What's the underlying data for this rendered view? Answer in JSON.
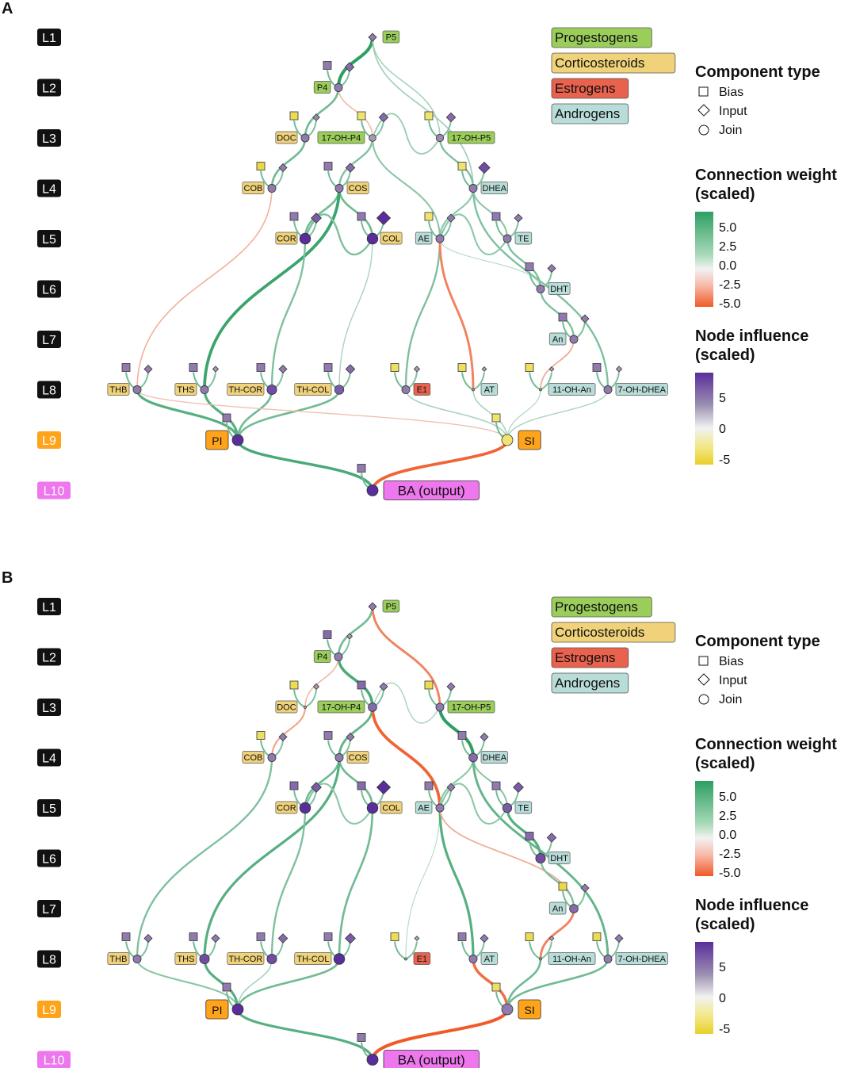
{
  "panels": [
    {
      "letter": "A",
      "layers": [
        {
          "label": "L1",
          "style": "black"
        },
        {
          "label": "L2",
          "style": "black"
        },
        {
          "label": "L3",
          "style": "black"
        },
        {
          "label": "L4",
          "style": "black"
        },
        {
          "label": "L5",
          "style": "black"
        },
        {
          "label": "L6",
          "style": "black"
        },
        {
          "label": "L7",
          "style": "black"
        },
        {
          "label": "L8",
          "style": "black"
        },
        {
          "label": "L9",
          "style": "orange"
        },
        {
          "label": "L10",
          "style": "pink"
        }
      ],
      "nodes": [
        {
          "id": "P5",
          "label": "P5",
          "class": "Progestogens",
          "layer": 1,
          "pos": 470,
          "join": null,
          "input": 3
        },
        {
          "id": "P4",
          "label": "P4",
          "class": "Progestogens",
          "layer": 2,
          "pos": 427,
          "join": 3,
          "input": 4,
          "bias": 3
        },
        {
          "id": "DOC",
          "label": "DOC",
          "class": "Corticosteroids",
          "layer": 3,
          "pos": 385,
          "join": 3,
          "input": 2,
          "bias": -5
        },
        {
          "id": "17OHP4",
          "label": "17-OH-P4",
          "class": "Progestogens",
          "layer": 3,
          "pos": 470,
          "join": 1,
          "input": 4,
          "bias": -3
        },
        {
          "id": "17OHP5",
          "label": "17-OH-P5",
          "class": "Progestogens",
          "layer": 3,
          "pos": 555,
          "join": 2,
          "input": 4,
          "bias": -3
        },
        {
          "id": "COB",
          "label": "COB",
          "class": "Corticosteroids",
          "layer": 4,
          "pos": 343,
          "join": 3,
          "input": 3,
          "bias": -6
        },
        {
          "id": "COS",
          "label": "COS",
          "class": "Corticosteroids",
          "layer": 4,
          "pos": 428,
          "join": 3,
          "input": 4,
          "bias": 3
        },
        {
          "id": "DHEA",
          "label": "DHEA",
          "class": "Androgens",
          "layer": 4,
          "pos": 597,
          "join": 3,
          "input": 6,
          "bias": -3
        },
        {
          "id": "COR",
          "label": "COR",
          "class": "Corticosteroids",
          "layer": 5,
          "pos": 385,
          "join": 8,
          "input": 5,
          "bias": 3
        },
        {
          "id": "COL",
          "label": "COL",
          "class": "Corticosteroids",
          "layer": 5,
          "pos": 470,
          "join": 8,
          "input": 8,
          "bias": 3
        },
        {
          "id": "AE",
          "label": "AE",
          "class": "Androgens",
          "layer": 5,
          "pos": 555,
          "join": 3,
          "input": 3,
          "bias": -3
        },
        {
          "id": "TE",
          "label": "TE",
          "class": "Androgens",
          "layer": 5,
          "pos": 640,
          "join": 3,
          "input": 3,
          "bias": 3
        },
        {
          "id": "DHT",
          "label": "DHT",
          "class": "Androgens",
          "layer": 6,
          "pos": 682,
          "join": 3,
          "input": 3,
          "bias": 3
        },
        {
          "id": "An",
          "label": "An",
          "class": "Androgens",
          "layer": 7,
          "pos": 724,
          "join": 3,
          "input": 3,
          "bias": 3
        },
        {
          "id": "THB",
          "label": "THB",
          "class": "Corticosteroids",
          "layer": 8,
          "pos": 173,
          "join": 3,
          "input": 3,
          "bias": 3
        },
        {
          "id": "THS",
          "label": "THS",
          "class": "Corticosteroids",
          "layer": 8,
          "pos": 258,
          "join": 3,
          "input": 1,
          "bias": 3
        },
        {
          "id": "THCOR",
          "label": "TH-COR",
          "class": "Corticosteroids",
          "layer": 8,
          "pos": 343,
          "join": 6,
          "input": 3,
          "bias": 3
        },
        {
          "id": "THCOL",
          "label": "TH-COL",
          "class": "Corticosteroids",
          "layer": 8,
          "pos": 428,
          "join": 5,
          "input": 4,
          "bias": 3
        },
        {
          "id": "E1",
          "label": "E1",
          "class": "Estrogens",
          "layer": 8,
          "pos": 512,
          "join": 3,
          "input": 1,
          "bias": -4
        },
        {
          "id": "AT",
          "label": "AT",
          "class": "Androgens",
          "layer": 8,
          "pos": 597,
          "join": 0,
          "input": 0,
          "bias": -4
        },
        {
          "id": "11OHAn",
          "label": "11-OH-An",
          "class": "Androgens",
          "layer": 8,
          "pos": 682,
          "join": 0,
          "input": 0,
          "bias": -4
        },
        {
          "id": "7OHDHEA",
          "label": "7-OH-DHEA",
          "class": "Androgens",
          "layer": 8,
          "pos": 767,
          "join": 3,
          "input": 1,
          "bias": 3
        }
      ],
      "outputs": [
        {
          "id": "PI",
          "label": "PI",
          "layer": 9,
          "pos": 300,
          "join": 8,
          "bias": 3
        },
        {
          "id": "SI",
          "label": "SI",
          "layer": 9,
          "pos": 640,
          "join": -3,
          "bias": -3
        },
        {
          "id": "BA",
          "label": "BA (output)",
          "layer": 10,
          "pos": 470,
          "join": 8,
          "bias": 3
        }
      ],
      "edges": [
        {
          "from": "P5",
          "to": "P4",
          "w": 5.5
        },
        {
          "from": "P5",
          "to": "17OHP5",
          "w": 1.0
        },
        {
          "from": "P5",
          "to": "DHEA",
          "w": 1.2
        },
        {
          "from": "P4",
          "to": "DOC",
          "w": 3.0
        },
        {
          "from": "P4",
          "to": "17OHP4",
          "w": -1.0
        },
        {
          "from": "17OHP4",
          "to": "COS",
          "w": 2.5
        },
        {
          "from": "17OHP4",
          "to": "17OHP5",
          "w": 1.5
        },
        {
          "from": "17OHP4",
          "to": "AE",
          "w": 2.0
        },
        {
          "from": "17OHP5",
          "to": "DHEA",
          "w": 2.5
        },
        {
          "from": "DOC",
          "to": "COB",
          "w": 3.0
        },
        {
          "from": "COB",
          "to": "THB",
          "w": -1.2
        },
        {
          "from": "COS",
          "to": "COR",
          "w": 3.0
        },
        {
          "from": "COS",
          "to": "COL",
          "w": 3.0
        },
        {
          "from": "COS",
          "to": "THS",
          "w": 5.0
        },
        {
          "from": "COR",
          "to": "COL",
          "w": 2.5
        },
        {
          "from": "COR",
          "to": "THCOR",
          "w": 2.5
        },
        {
          "from": "COL",
          "to": "THCOL",
          "w": 0.8
        },
        {
          "from": "DHEA",
          "to": "AE",
          "w": 2.0
        },
        {
          "from": "DHEA",
          "to": "TE",
          "w": 2.0
        },
        {
          "from": "DHEA",
          "to": "7OHDHEA",
          "w": 2.5
        },
        {
          "from": "AE",
          "to": "E1",
          "w": 2.5
        },
        {
          "from": "AE",
          "to": "AT",
          "w": -3.5
        },
        {
          "from": "AE",
          "to": "DHT",
          "w": 0.3
        },
        {
          "from": "AE",
          "to": "TE",
          "w": 2.0
        },
        {
          "from": "TE",
          "to": "DHT",
          "w": 2.5
        },
        {
          "from": "DHT",
          "to": "An",
          "w": 2.5
        },
        {
          "from": "An",
          "to": "11OHAn",
          "w": -1.5
        },
        {
          "from": "THB",
          "to": "PI",
          "w": 4.0
        },
        {
          "from": "THS",
          "to": "PI",
          "w": 4.0
        },
        {
          "from": "THCOR",
          "to": "PI",
          "w": 3.0
        },
        {
          "from": "THCOL",
          "to": "PI",
          "w": 3.0
        },
        {
          "from": "E1",
          "to": "SI",
          "w": 1.0
        },
        {
          "from": "AT",
          "to": "SI",
          "w": 1.0
        },
        {
          "from": "11OHAn",
          "to": "SI",
          "w": 0.5
        },
        {
          "from": "7OHDHEA",
          "to": "SI",
          "w": 0.8
        },
        {
          "from": "THB",
          "to": "SI",
          "w": -0.6
        },
        {
          "from": "PI",
          "to": "BA",
          "w": 4.5
        },
        {
          "from": "SI",
          "to": "BA",
          "w": -5.0
        }
      ]
    },
    {
      "letter": "B",
      "layers": [
        {
          "label": "L1",
          "style": "black"
        },
        {
          "label": "L2",
          "style": "black"
        },
        {
          "label": "L3",
          "style": "black"
        },
        {
          "label": "L4",
          "style": "black"
        },
        {
          "label": "L5",
          "style": "black"
        },
        {
          "label": "L6",
          "style": "black"
        },
        {
          "label": "L7",
          "style": "black"
        },
        {
          "label": "L8",
          "style": "black"
        },
        {
          "label": "L9",
          "style": "orange"
        },
        {
          "label": "L10",
          "style": "pink"
        }
      ],
      "nodes": [
        {
          "id": "P5",
          "label": "P5",
          "class": "Progestogens",
          "layer": 1,
          "pos": 470,
          "join": null,
          "input": 3
        },
        {
          "id": "P4",
          "label": "P4",
          "class": "Progestogens",
          "layer": 2,
          "pos": 427,
          "join": 3,
          "input": 1,
          "bias": 4
        },
        {
          "id": "DOC",
          "label": "DOC",
          "class": "Corticosteroids",
          "layer": 3,
          "pos": 385,
          "join": 0,
          "input": 1,
          "bias": -5
        },
        {
          "id": "17OHP4",
          "label": "17-OH-P4",
          "class": "Progestogens",
          "layer": 3,
          "pos": 470,
          "join": 4,
          "input": 3,
          "bias": 4
        },
        {
          "id": "17OHP5",
          "label": "17-OH-P5",
          "class": "Progestogens",
          "layer": 3,
          "pos": 555,
          "join": 3,
          "input": 3,
          "bias": -5
        },
        {
          "id": "COB",
          "label": "COB",
          "class": "Corticosteroids",
          "layer": 4,
          "pos": 343,
          "join": 3,
          "input": 3,
          "bias": -4
        },
        {
          "id": "COS",
          "label": "COS",
          "class": "Corticosteroids",
          "layer": 4,
          "pos": 428,
          "join": 3,
          "input": 3,
          "bias": 3
        },
        {
          "id": "DHEA",
          "label": "DHEA",
          "class": "Androgens",
          "layer": 4,
          "pos": 597,
          "join": 4,
          "input": 3,
          "bias": 3
        },
        {
          "id": "COR",
          "label": "COR",
          "class": "Corticosteroids",
          "layer": 5,
          "pos": 385,
          "join": 8,
          "input": 5,
          "bias": 4
        },
        {
          "id": "COL",
          "label": "COL",
          "class": "Corticosteroids",
          "layer": 5,
          "pos": 470,
          "join": 8,
          "input": 8,
          "bias": 4
        },
        {
          "id": "AE",
          "label": "AE",
          "class": "Androgens",
          "layer": 5,
          "pos": 555,
          "join": 3,
          "input": 3,
          "bias": 3
        },
        {
          "id": "TE",
          "label": "TE",
          "class": "Androgens",
          "layer": 5,
          "pos": 640,
          "join": 5,
          "input": 5,
          "bias": 3
        },
        {
          "id": "DHT",
          "label": "DHT",
          "class": "Androgens",
          "layer": 6,
          "pos": 682,
          "join": 6,
          "input": 4,
          "bias": 4
        },
        {
          "id": "An",
          "label": "An",
          "class": "Androgens",
          "layer": 7,
          "pos": 724,
          "join": 4,
          "input": 3,
          "bias": -6
        },
        {
          "id": "THB",
          "label": "THB",
          "class": "Corticosteroids",
          "layer": 8,
          "pos": 173,
          "join": 3,
          "input": 3,
          "bias": 3
        },
        {
          "id": "THS",
          "label": "THS",
          "class": "Corticosteroids",
          "layer": 8,
          "pos": 258,
          "join": 6,
          "input": 3,
          "bias": 3
        },
        {
          "id": "THCOR",
          "label": "TH-COR",
          "class": "Corticosteroids",
          "layer": 8,
          "pos": 343,
          "join": 6,
          "input": 4,
          "bias": 3
        },
        {
          "id": "THCOL",
          "label": "TH-COL",
          "class": "Corticosteroids",
          "layer": 8,
          "pos": 428,
          "join": 8,
          "input": 5,
          "bias": 3
        },
        {
          "id": "E1",
          "label": "E1",
          "class": "Estrogens",
          "layer": 8,
          "pos": 512,
          "join": 0,
          "input": 0,
          "bias": -5
        },
        {
          "id": "AT",
          "label": "AT",
          "class": "Androgens",
          "layer": 8,
          "pos": 597,
          "join": 3,
          "input": 3,
          "bias": 3
        },
        {
          "id": "11OHAn",
          "label": "11-OH-An",
          "class": "Androgens",
          "layer": 8,
          "pos": 682,
          "join": 0,
          "input": 0,
          "bias": -5
        },
        {
          "id": "7OHDHEA",
          "label": "7-OH-DHEA",
          "class": "Androgens",
          "layer": 8,
          "pos": 767,
          "join": 3,
          "input": 3,
          "bias": -5
        }
      ],
      "outputs": [
        {
          "id": "PI",
          "label": "PI",
          "layer": 9,
          "pos": 300,
          "join": 8,
          "bias": 3
        },
        {
          "id": "SI",
          "label": "SI",
          "layer": 9,
          "pos": 640,
          "join": 3,
          "bias": -4
        },
        {
          "id": "BA",
          "label": "BA (output)",
          "layer": 10,
          "pos": 470,
          "join": 8,
          "bias": 3
        }
      ],
      "edges": [
        {
          "from": "P5",
          "to": "P4",
          "w": 3.0
        },
        {
          "from": "P5",
          "to": "17OHP5",
          "w": -3.5
        },
        {
          "from": "P4",
          "to": "17OHP4",
          "w": 4.5
        },
        {
          "from": "P4",
          "to": "DOC",
          "w": -1.0
        },
        {
          "from": "17OHP4",
          "to": "17OHP5",
          "w": 0.8
        },
        {
          "from": "17OHP4",
          "to": "COS",
          "w": 3.5
        },
        {
          "from": "17OHP4",
          "to": "AE",
          "w": -5.0
        },
        {
          "from": "17OHP5",
          "to": "DHEA",
          "w": 5.5
        },
        {
          "from": "DOC",
          "to": "COB",
          "w": -2.0
        },
        {
          "from": "COB",
          "to": "THB",
          "w": 2.5
        },
        {
          "from": "COS",
          "to": "COR",
          "w": 3.0
        },
        {
          "from": "COS",
          "to": "COL",
          "w": 3.0
        },
        {
          "from": "COS",
          "to": "THS",
          "w": 4.0
        },
        {
          "from": "COR",
          "to": "COL",
          "w": 2.0
        },
        {
          "from": "COR",
          "to": "THCOR",
          "w": 2.5
        },
        {
          "from": "COL",
          "to": "THCOL",
          "w": 3.0
        },
        {
          "from": "DHEA",
          "to": "AE",
          "w": 2.0
        },
        {
          "from": "DHEA",
          "to": "TE",
          "w": 2.0
        },
        {
          "from": "DHEA",
          "to": "7OHDHEA",
          "w": 3.5
        },
        {
          "from": "AE",
          "to": "E1",
          "w": 0.3
        },
        {
          "from": "AE",
          "to": "AT",
          "w": 4.0
        },
        {
          "from": "AE",
          "to": "TE",
          "w": 2.0
        },
        {
          "from": "AE",
          "to": "An",
          "w": -1.5
        },
        {
          "from": "TE",
          "to": "DHT",
          "w": 4.0
        },
        {
          "from": "DHT",
          "to": "An",
          "w": 2.5
        },
        {
          "from": "An",
          "to": "11OHAn",
          "w": -3.5
        },
        {
          "from": "THB",
          "to": "PI",
          "w": 2.0
        },
        {
          "from": "THS",
          "to": "PI",
          "w": 4.0
        },
        {
          "from": "THCOR",
          "to": "PI",
          "w": 1.0
        },
        {
          "from": "THCOL",
          "to": "PI",
          "w": 3.0
        },
        {
          "from": "AT",
          "to": "SI",
          "w": -4.5
        },
        {
          "from": "11OHAn",
          "to": "SI",
          "w": 3.0
        },
        {
          "from": "7OHDHEA",
          "to": "SI",
          "w": 3.0
        },
        {
          "from": "PI",
          "to": "BA",
          "w": 4.0
        },
        {
          "from": "SI",
          "to": "BA",
          "w": -5.5
        }
      ]
    }
  ],
  "legend": {
    "classes": [
      {
        "name": "Progestogens",
        "color": "#9acd5a"
      },
      {
        "name": "Corticosteroids",
        "color": "#f0d27a"
      },
      {
        "name": "Estrogens",
        "color": "#e8624e"
      },
      {
        "name": "Androgens",
        "color": "#b8dcd8"
      }
    ],
    "component_title": "Component type",
    "components": [
      "Bias",
      "Input",
      "Join"
    ],
    "weight_title_1": "Connection weight",
    "weight_title_2": "(scaled)",
    "weight_ticks": [
      "5.0",
      "2.5",
      "0.0",
      "-2.5",
      "-5.0"
    ],
    "influence_title_1": "Node influence",
    "influence_title_2": "(scaled)",
    "influence_ticks": [
      "5",
      "0",
      "-5"
    ]
  },
  "colors": {
    "weight_pos": "#2e9e63",
    "weight_zero": "#f2f2f2",
    "weight_neg": "#f05a28",
    "influence_pos": "#5a2d9c",
    "influence_zero": "#f2f2f2",
    "influence_neg": "#e8d02a",
    "layer_black": "#111111",
    "layer_orange": "#ffa31a",
    "layer_pink": "#ee77ee"
  }
}
